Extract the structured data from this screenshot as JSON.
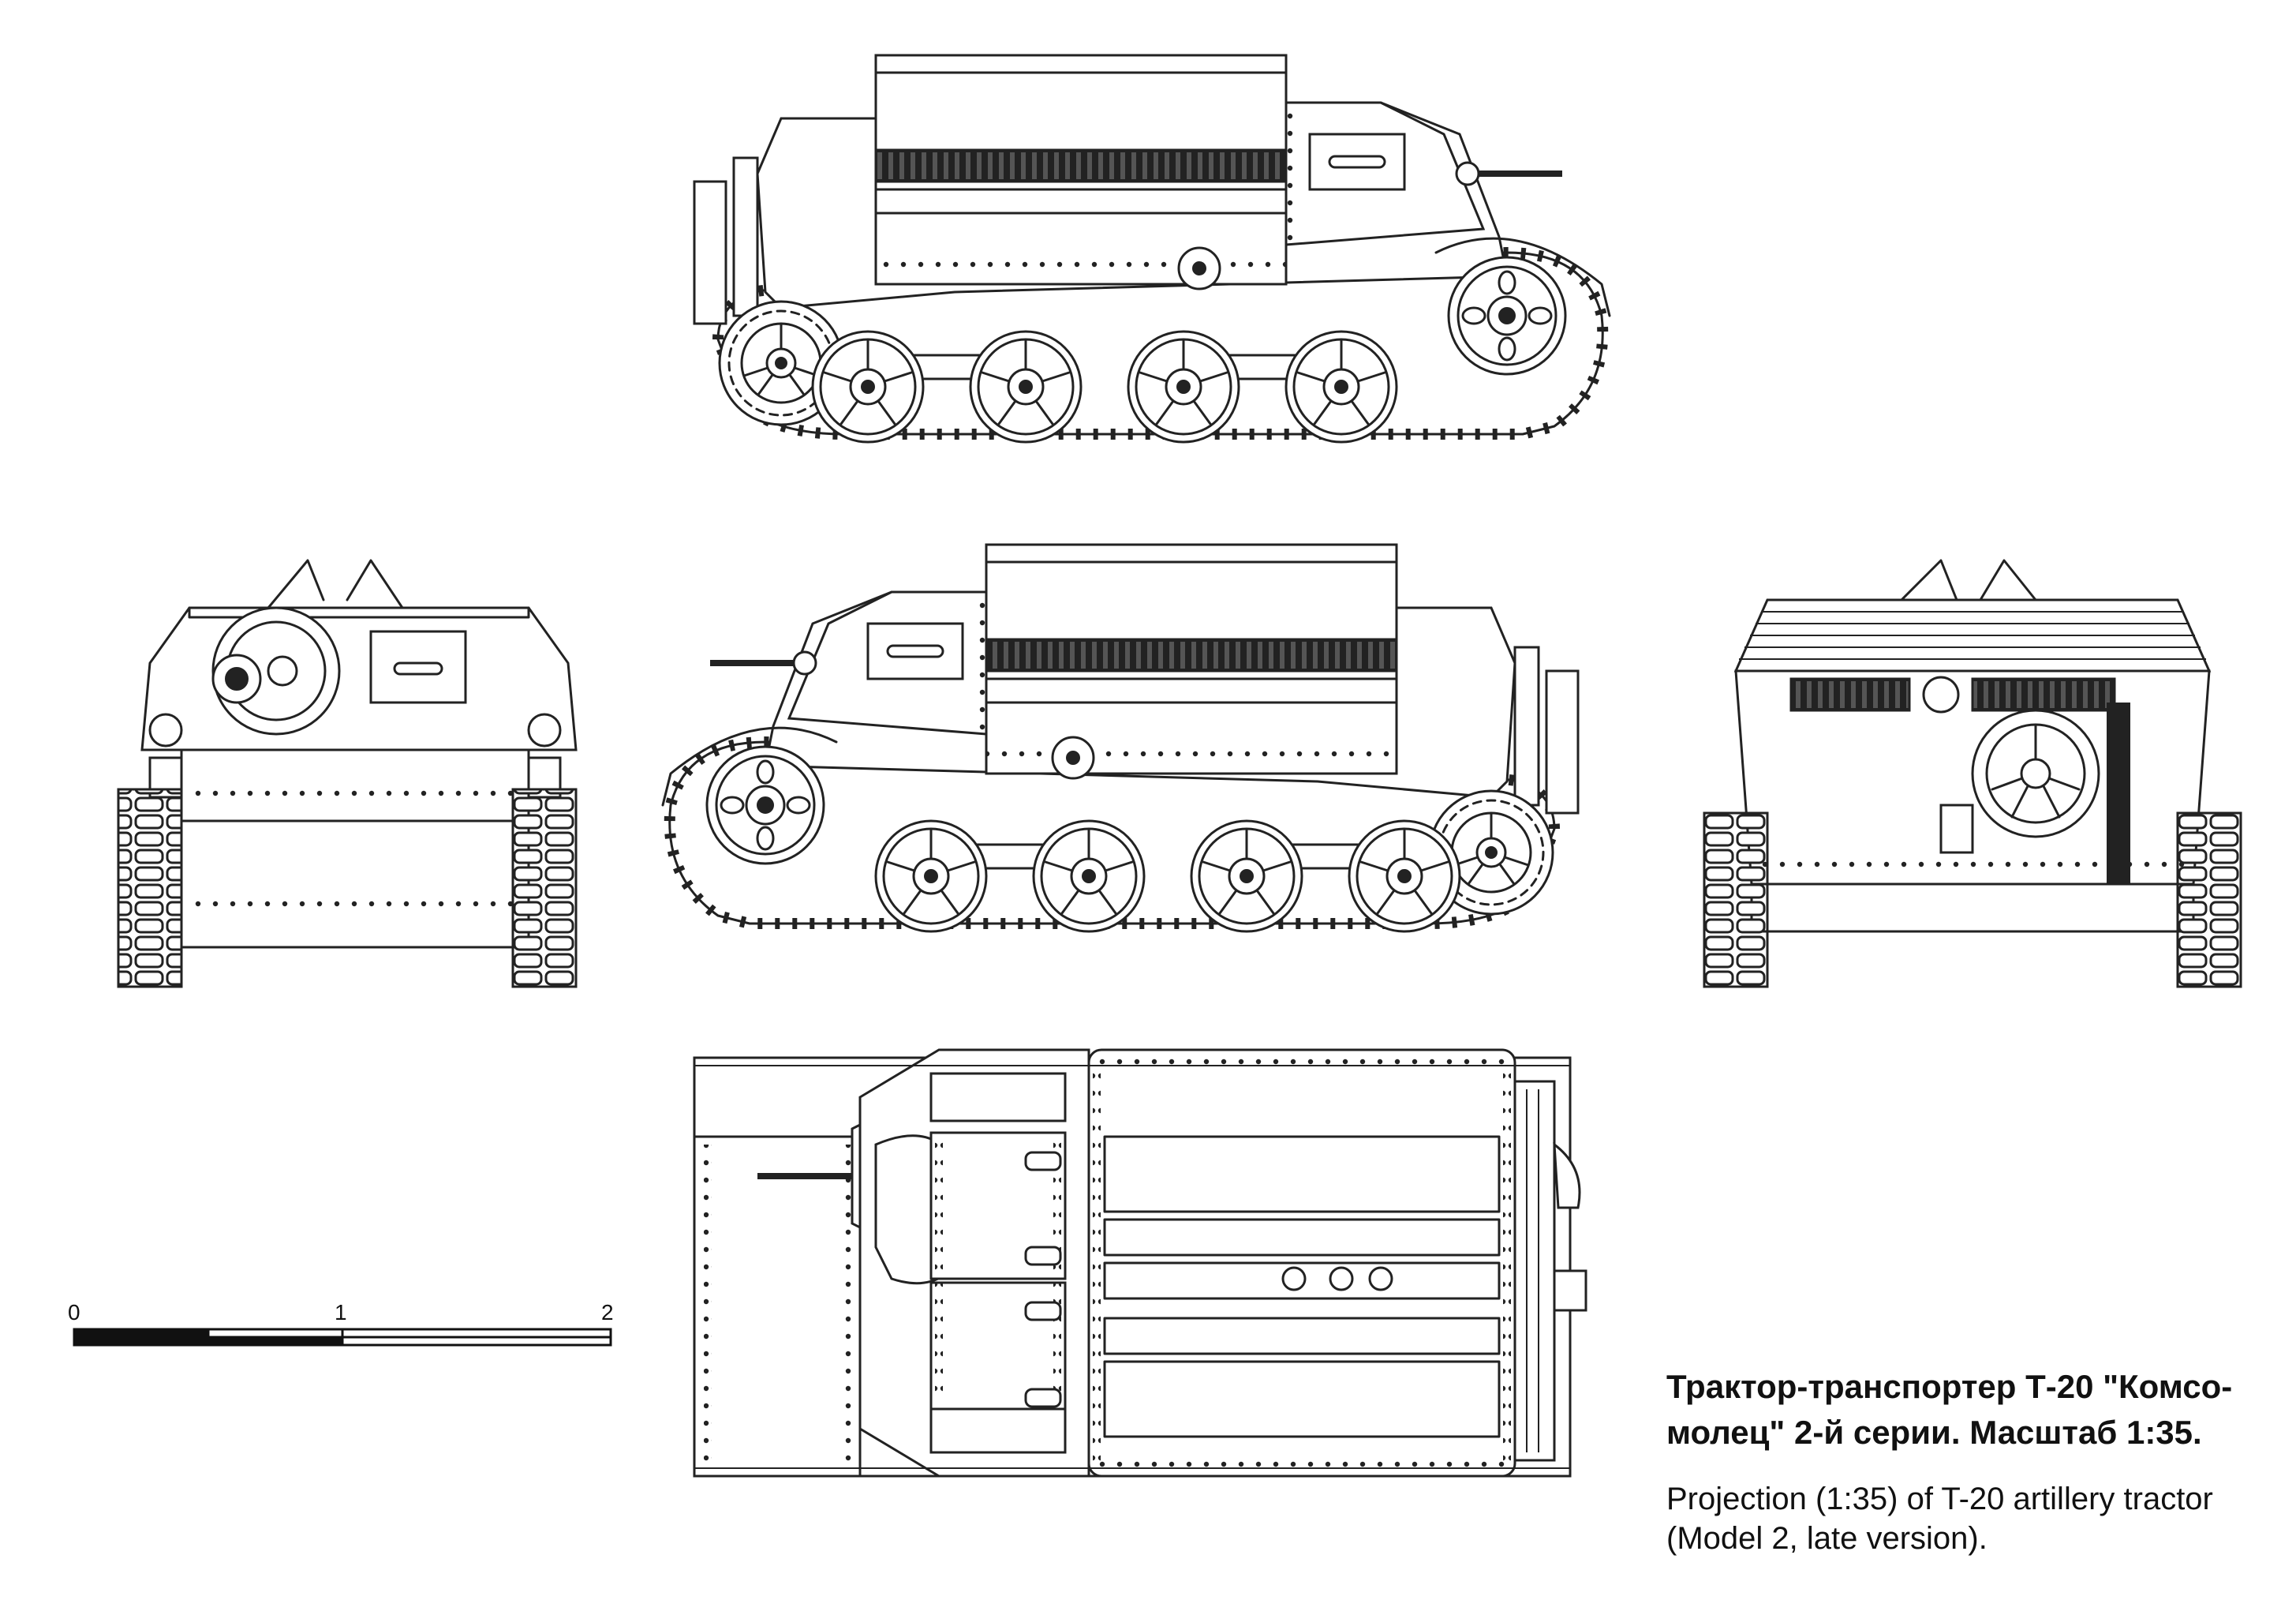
{
  "caption": {
    "russian_line1": "Трактор-транспортер Т-20 \"Комсо-",
    "russian_line2": "молец\" 2-й серии. Масштаб 1:35.",
    "english_line1": "Projection (1:35) of T-20 artillery tractor",
    "english_line2": "(Model 2, late version)."
  },
  "scale_bar": {
    "ticks": [
      "0",
      "1",
      "2"
    ]
  },
  "colors": {
    "line": "#222222",
    "background": "#ffffff"
  }
}
